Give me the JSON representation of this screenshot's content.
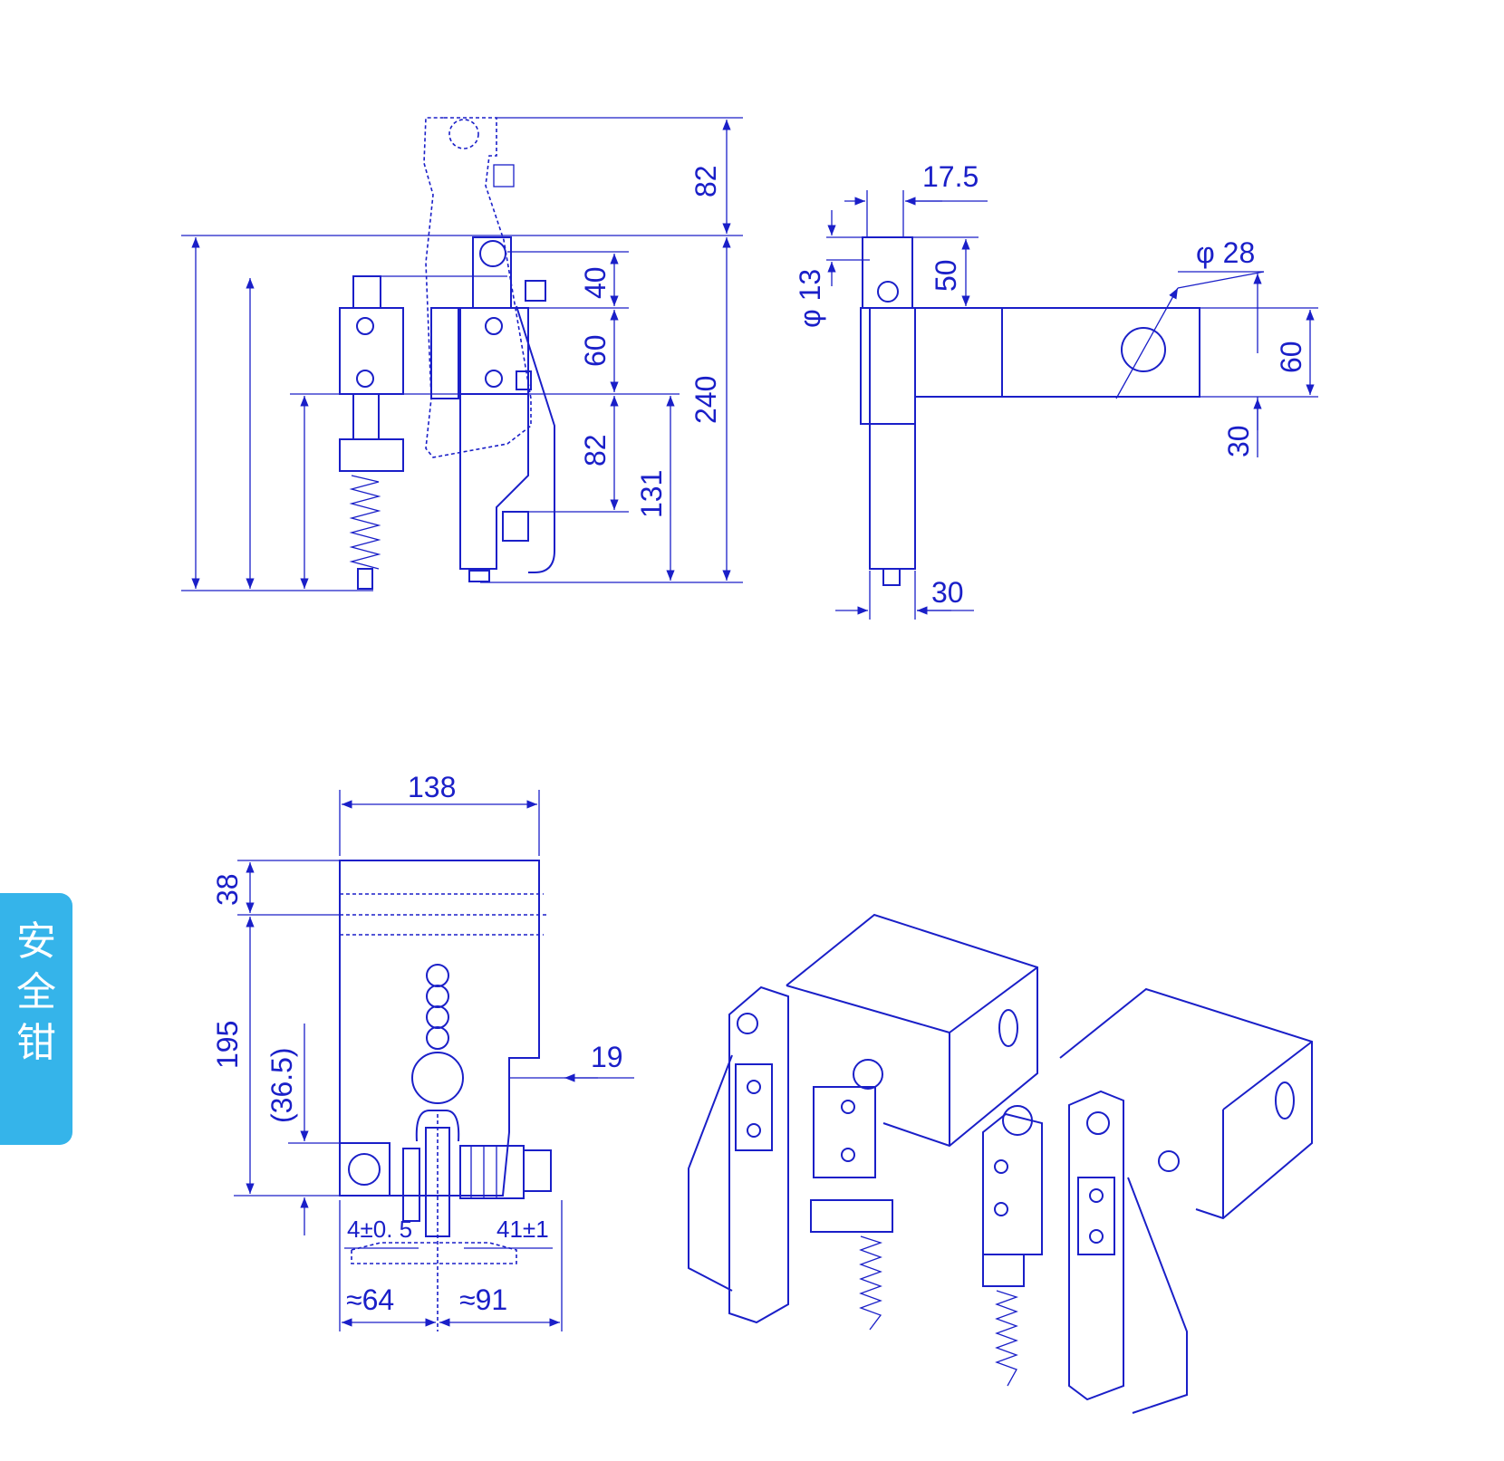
{
  "side_tab": {
    "label": "安\n全\n钳",
    "color": "#35b4ea"
  },
  "line_color": "#1a1fc8",
  "front_view": {
    "dims": {
      "a": "82",
      "b": "40",
      "c": "60",
      "d": "82",
      "e": "240",
      "f": "131"
    }
  },
  "side_view": {
    "dims": {
      "a": "17.5",
      "b": "φ 13",
      "c": "50",
      "d": "φ 28",
      "e": "60",
      "f": "30",
      "g": "30"
    }
  },
  "top_view": {
    "dims": {
      "a": "138",
      "b": "38",
      "c": "195",
      "d": "(36.5)",
      "e": "19",
      "f": "4±0. 5",
      "g": "41±1",
      "h": "≈64",
      "i": "≈91"
    }
  }
}
